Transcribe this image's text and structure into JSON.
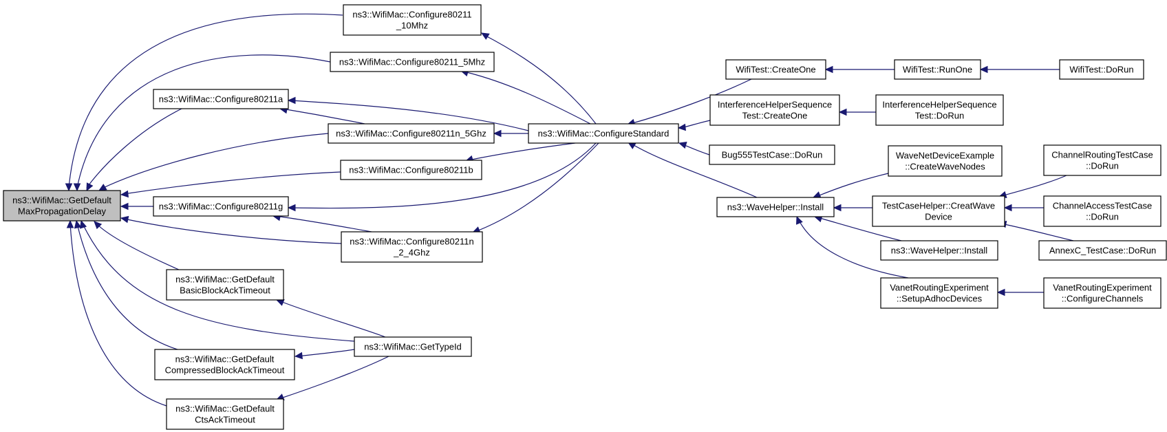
{
  "colors": {
    "edge": "#191970",
    "root_fill": "#bfbfbf",
    "node_fill": "#ffffff",
    "border": "#000000"
  },
  "nodes": {
    "root": [
      "ns3::WifiMac::GetDefault",
      "MaxPropagationDelay"
    ],
    "c80211_10": [
      "ns3::WifiMac::Configure80211",
      "_10Mhz"
    ],
    "c80211_5": [
      "ns3::WifiMac::Configure80211_5Mhz"
    ],
    "c80211a": [
      "ns3::WifiMac::Configure80211a"
    ],
    "c80211n5": [
      "ns3::WifiMac::Configure80211n_5Ghz"
    ],
    "c80211b": [
      "ns3::WifiMac::Configure80211b"
    ],
    "c80211g": [
      "ns3::WifiMac::Configure80211g"
    ],
    "c80211n24": [
      "ns3::WifiMac::Configure80211n",
      "_2_4Ghz"
    ],
    "basicBA": [
      "ns3::WifiMac::GetDefault",
      "BasicBlockAckTimeout"
    ],
    "getTypeId": [
      "ns3::WifiMac::GetTypeId"
    ],
    "compBA": [
      "ns3::WifiMac::GetDefault",
      "CompressedBlockAckTimeout"
    ],
    "ctsAck": [
      "ns3::WifiMac::GetDefault",
      "CtsAckTimeout"
    ],
    "cfgStd": [
      "ns3::WifiMac::ConfigureStandard"
    ],
    "wtCreate": [
      "WifiTest::CreateOne"
    ],
    "wtRun": [
      "WifiTest::RunOne"
    ],
    "wtDo": [
      "WifiTest::DoRun"
    ],
    "ihCreate": [
      "InterferenceHelperSequence",
      "Test::CreateOne"
    ],
    "ihDo": [
      "InterferenceHelperSequence",
      "Test::DoRun"
    ],
    "bug555": [
      "Bug555TestCase::DoRun"
    ],
    "waveInstall": [
      "ns3::WaveHelper::Install"
    ],
    "wndCreate": [
      "WaveNetDeviceExample",
      "::CreateWaveNodes"
    ],
    "tchCreate": [
      "TestCaseHelper::CreatWave",
      "Device"
    ],
    "waveInstall2": [
      "ns3::WaveHelper::Install"
    ],
    "vreSetup": [
      "VanetRoutingExperiment",
      "::SetupAdhocDevices"
    ],
    "crtDo": [
      "ChannelRoutingTestCase",
      "::DoRun"
    ],
    "catDo": [
      "ChannelAccessTestCase",
      "::DoRun"
    ],
    "annexC": [
      "AnnexC_TestCase::DoRun"
    ],
    "vreCfg": [
      "VanetRoutingExperiment",
      "::ConfigureChannels"
    ]
  }
}
